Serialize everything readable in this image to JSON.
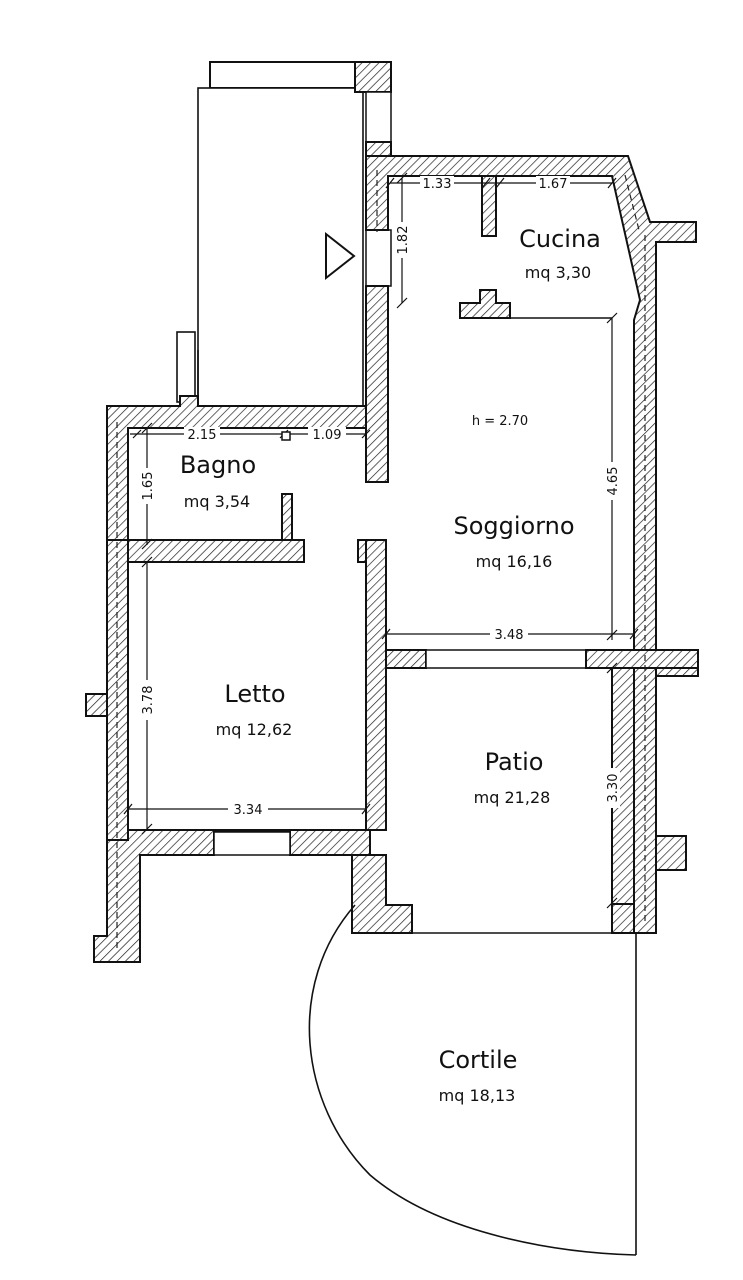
{
  "rooms": {
    "cucina": {
      "name": "Cucina",
      "area": "mq 3,30"
    },
    "bagno": {
      "name": "Bagno",
      "area": "mq 3,54"
    },
    "soggiorno": {
      "name": "Soggiorno",
      "area": "mq 16,16",
      "height": "h = 2.70"
    },
    "letto": {
      "name": "Letto",
      "area": "mq 12,62"
    },
    "patio": {
      "name": "Patio",
      "area": "mq 21,28"
    },
    "cortile": {
      "name": "Cortile",
      "area": "mq 18,13"
    }
  },
  "dimensions": {
    "cucina_width_left": "1.33",
    "cucina_width_right": "1.67",
    "cucina_depth": "1.82",
    "bagno_width": "2.15",
    "bagno_extra": "1.09",
    "bagno_depth": "1.65",
    "soggiorno_depth": "4.65",
    "soggiorno_width": "3.48",
    "letto_depth": "3.78",
    "letto_width": "3.34",
    "patio_depth": "3.30"
  }
}
